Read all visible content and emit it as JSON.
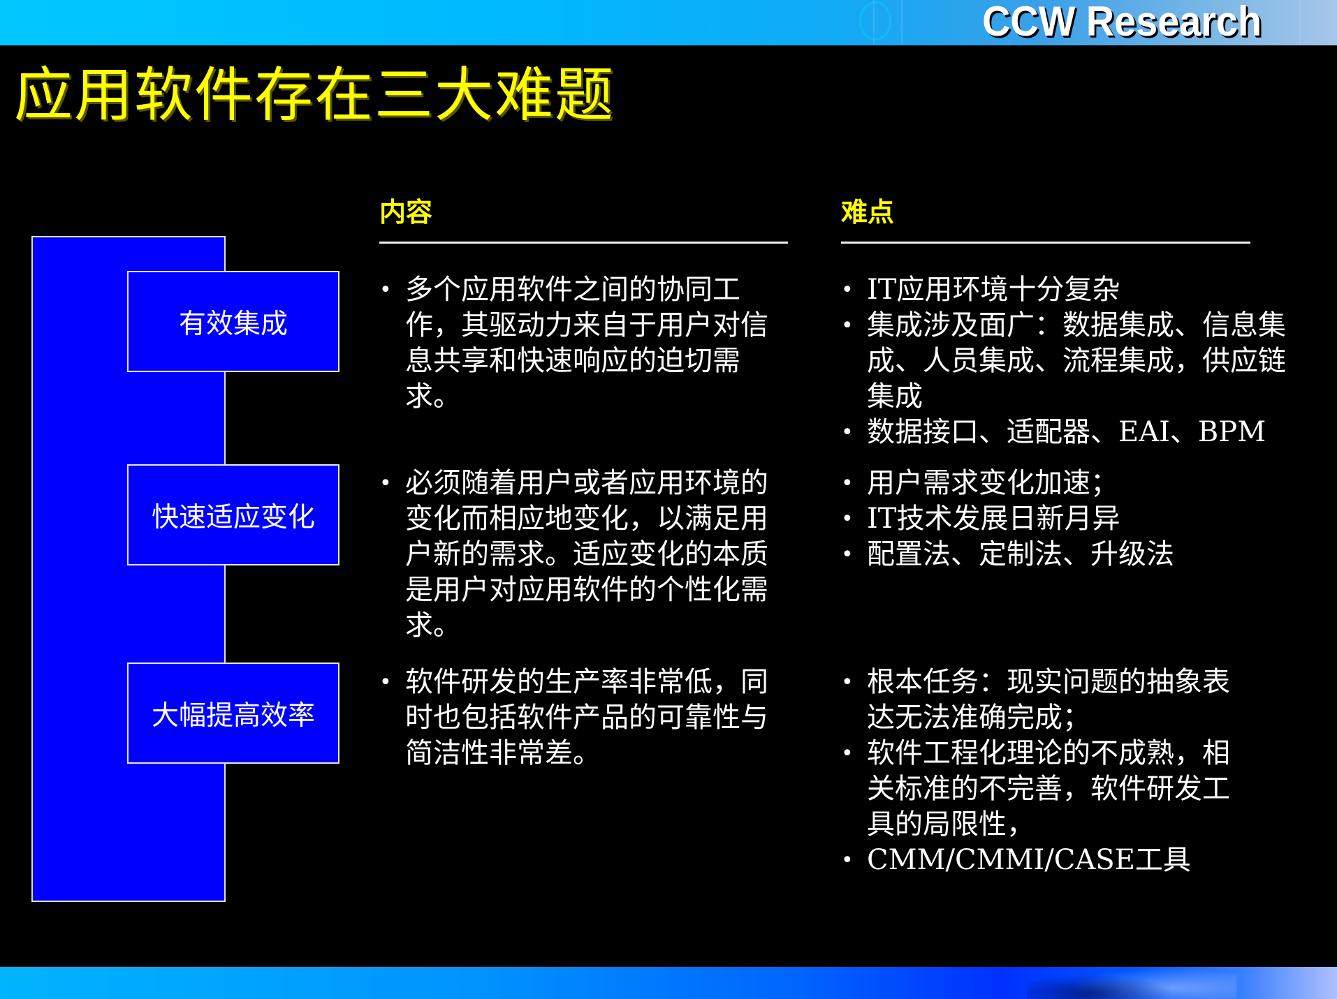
{
  "header": {
    "brand": "CCW Research",
    "colors": {
      "gradient_start": "#00c8ff",
      "gradient_end": "#a6c6e8",
      "brand_text": "#ffffff"
    }
  },
  "slide": {
    "title": "应用软件存在三大难题",
    "title_color": "#ffff00",
    "background": "#000000"
  },
  "columns": {
    "content_header": "内容",
    "difficulty_header": "难点",
    "header_color": "#ffff00"
  },
  "categories": [
    {
      "label": "有效集成"
    },
    {
      "label": "快速适应变化"
    },
    {
      "label": "大幅提高效率"
    }
  ],
  "category_box_color": "#0000ff",
  "rows": [
    {
      "content": [
        "多个应用软件之间的协同工作，其驱动力来自于用户对信息共享和快速响应的迫切需求。"
      ],
      "difficulties": [
        "IT应用环境十分复杂",
        "集成涉及面广：数据集成、信息集成、人员集成、流程集成，供应链集成",
        "数据接口、适配器、EAI、BPM"
      ]
    },
    {
      "content": [
        "必须随着用户或者应用环境的变化而相应地变化，以满足用户新的需求。适应变化的本质是用户对应用软件的个性化需求。"
      ],
      "difficulties": [
        "用户需求变化加速；",
        "IT技术发展日新月异",
        "配置法、定制法、升级法"
      ]
    },
    {
      "content": [
        "软件研发的生产率非常低，同时也包括软件产品的可靠性与简洁性非常差。"
      ],
      "difficulties": [
        "根本任务：现实问题的抽象表达无法准确完成；",
        "软件工程化理论的不成熟，相关标准的不完善，软件研发工具的局限性，",
        "CMM/CMMI/CASE工具"
      ]
    }
  ]
}
